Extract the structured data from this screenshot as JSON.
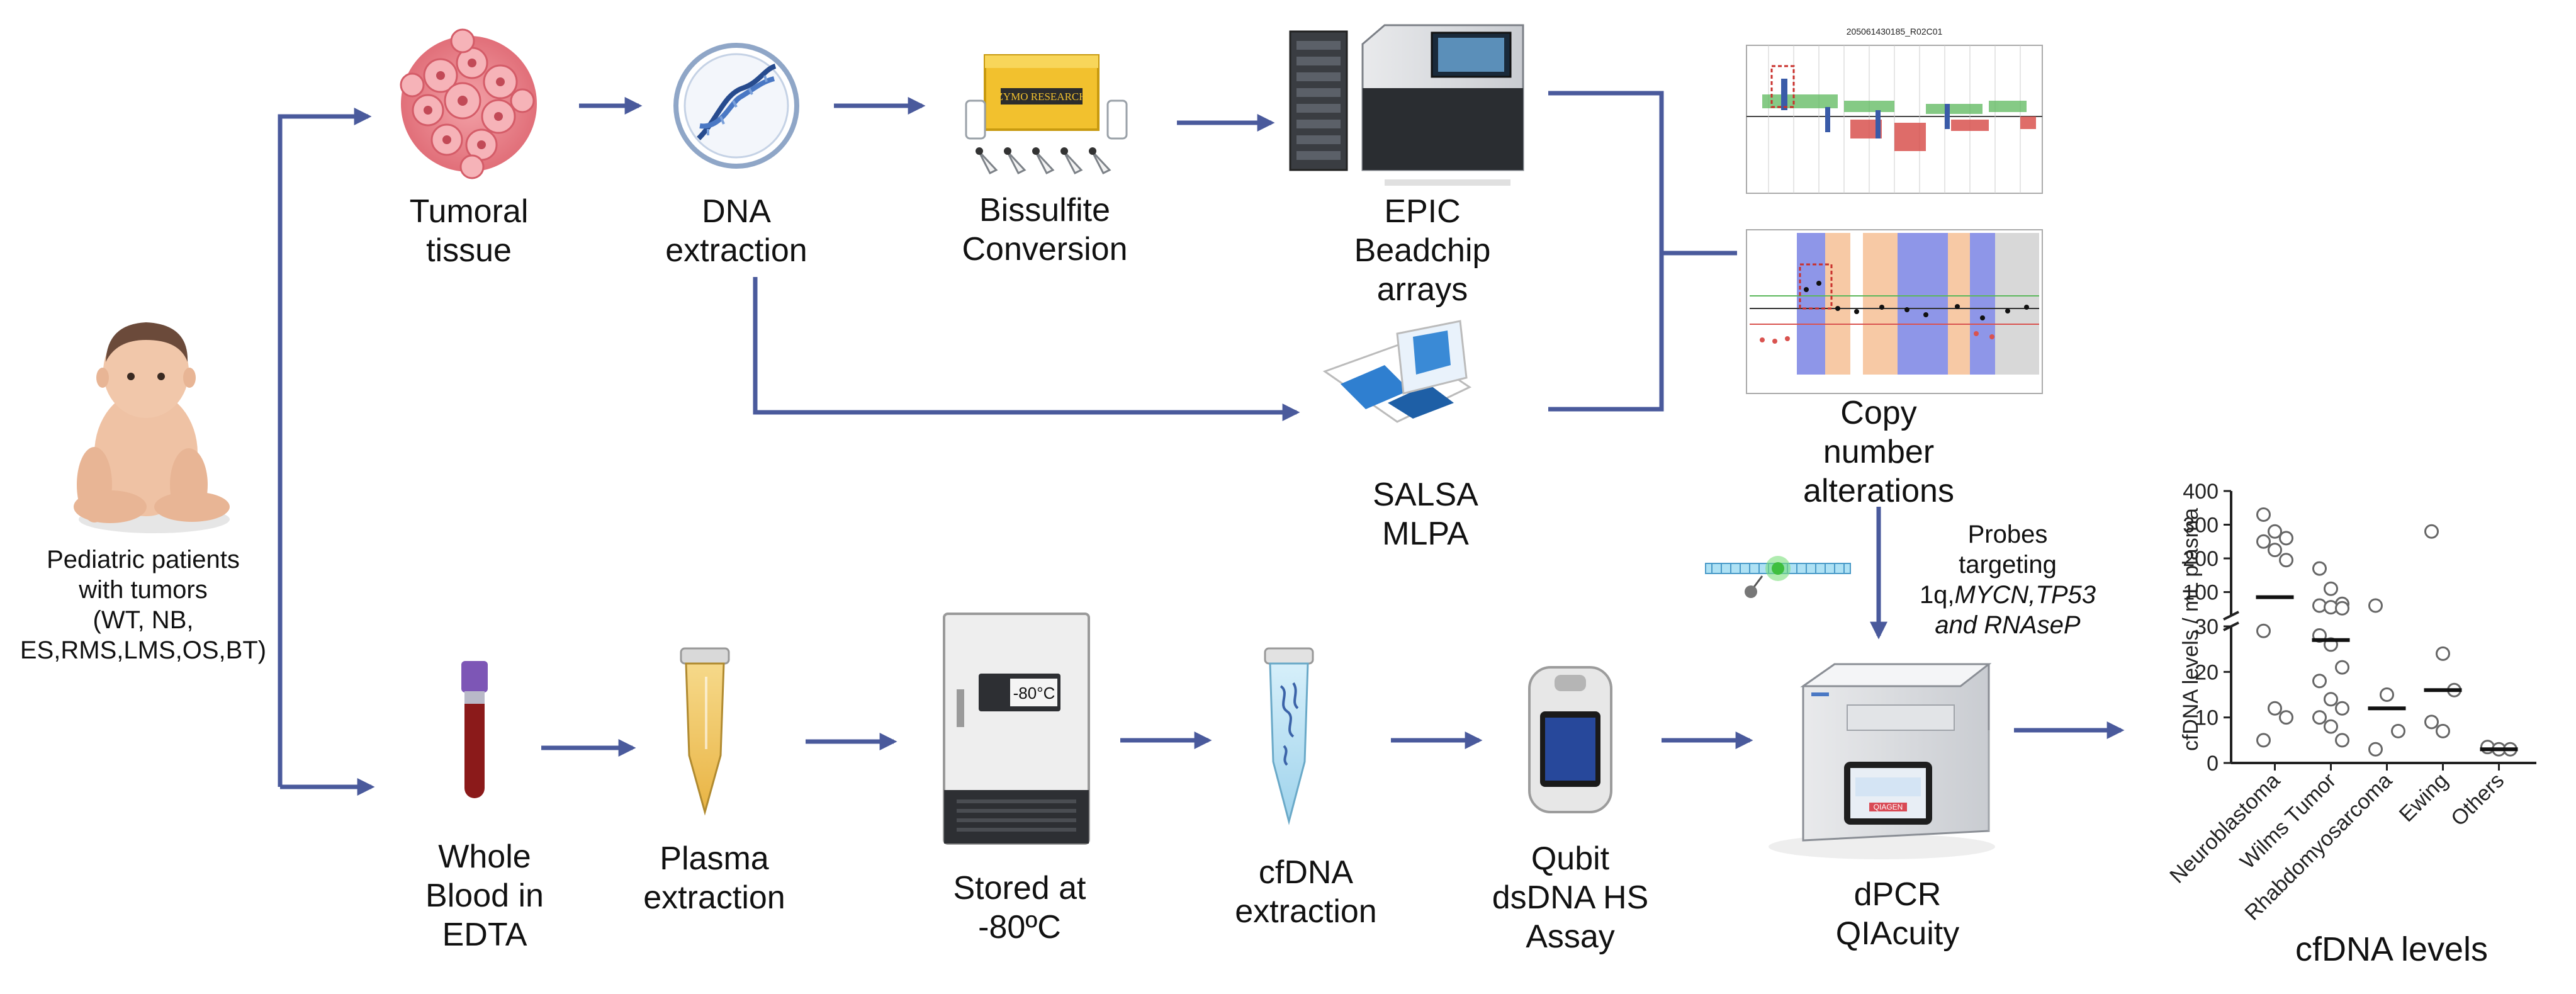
{
  "patient": {
    "lines": [
      "Pediatric patients",
      "with tumors",
      "(WT, NB,",
      "ES,RMS,LMS,OS,BT)"
    ]
  },
  "top_row": [
    {
      "lines": [
        "Tumoral",
        "tissue"
      ]
    },
    {
      "lines": [
        "DNA",
        "extraction"
      ]
    },
    {
      "lines": [
        "Bissulfite",
        "Conversion"
      ]
    },
    {
      "lines": [
        "EPIC",
        "Beadchip",
        "arrays"
      ]
    }
  ],
  "kit_labels": {
    "box_top": "ZYMO RESEARCH"
  },
  "mlpa": {
    "lines": [
      "SALSA",
      "MLPA"
    ]
  },
  "cna": {
    "plot_title": "205061430185_R02C01",
    "lines": [
      "Copy",
      "number",
      "alterations"
    ]
  },
  "bottom_row": [
    {
      "lines": [
        "Whole",
        "Blood in",
        "EDTA"
      ]
    },
    {
      "lines": [
        "Plasma",
        "extraction"
      ]
    },
    {
      "lines": [
        "Stored at",
        "-80ºC"
      ]
    },
    {
      "lines": [
        "cfDNA",
        "extraction"
      ]
    },
    {
      "lines": [
        "Qubit",
        "dsDNA HS",
        "Assay"
      ]
    }
  ],
  "freezer_display": "-80°C",
  "probes": {
    "line1": "Probes",
    "line2": "targeting",
    "line3_prefix": "1q,",
    "line3_italic": "MYCN,TP53",
    "line4_italic": "and RNAseP"
  },
  "dpcr": {
    "lines": [
      "dPCR",
      "QIAcuity"
    ],
    "screen_brand": "QIAGEN"
  },
  "colors": {
    "arrow": "#4a5a9c",
    "tissue": "#e8828a",
    "blood": "#8b1a1a",
    "plasma": "#f0c860",
    "cfdna": "#bfe4f5"
  },
  "chart_data": {
    "type": "scatter",
    "title": "",
    "xlabel": "cfDNA  levels",
    "ylabel": "cfDNA levels / mL plasma",
    "y_broken_axis": true,
    "yticks_lower": [
      0,
      10,
      20,
      30
    ],
    "yticks_upper": [
      100,
      200,
      300,
      400
    ],
    "categories": [
      "Neuroblastoma",
      "Wilms Tumor",
      "Rhabdomyosarcoma",
      "Ewing",
      "Others"
    ],
    "series": [
      {
        "category": "Neuroblastoma",
        "values": [
          330,
          280,
          260,
          250,
          225,
          195,
          29,
          12,
          10,
          5
        ],
        "median": 85
      },
      {
        "category": "Wilms Tumor",
        "values": [
          170,
          110,
          65,
          60,
          55,
          52,
          28,
          26,
          21,
          18,
          14,
          12,
          10,
          8,
          5
        ],
        "median": 27
      },
      {
        "category": "Rhabdomyosarcoma",
        "values": [
          60,
          15,
          7,
          3
        ],
        "median": 12
      },
      {
        "category": "Ewing",
        "values": [
          280,
          24,
          16,
          9,
          7
        ],
        "median": 16
      },
      {
        "category": "Others",
        "values": [
          3.5,
          3,
          3
        ],
        "median": 3
      }
    ]
  }
}
